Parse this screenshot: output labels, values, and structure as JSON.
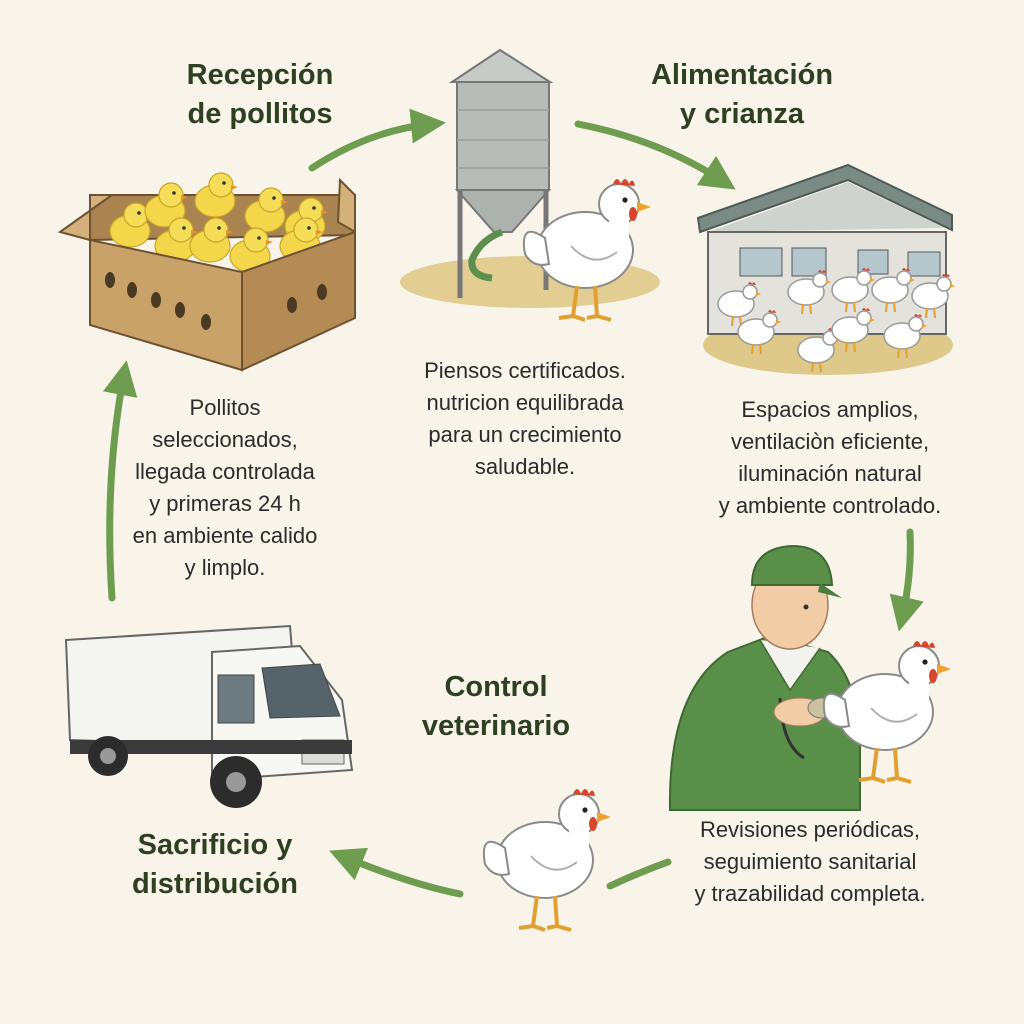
{
  "colors": {
    "background": "#f8f4ea",
    "arrow": "#6f9d4f",
    "title_text": "#2f3f22",
    "body_text": "#2b2b2b",
    "box": "#c9a26a",
    "chick": "#f3d64a",
    "silo": "#b8bcb9",
    "hen": "#ffffff",
    "comb": "#d9452b",
    "uniform": "#5a8f4a",
    "straw": "#dfc98a"
  },
  "icons": [
    "chick-box-icon",
    "feed-silo-icon",
    "hen-icon",
    "poultry-shed-icon",
    "veterinarian-icon",
    "delivery-truck-icon",
    "cycle-arrow-icon"
  ],
  "steps": {
    "reception": {
      "title": [
        "Recepción",
        "de pollitos"
      ],
      "description": [
        "Pollitos",
        "seleccionados,",
        "llegada controlada",
        "y primeras 24 h",
        "en ambiente calido",
        "y limplo."
      ]
    },
    "feeding": {
      "title": [
        "Alimentación",
        "y crianza"
      ],
      "description": [
        "Piensos certificados.",
        "nutricion equilibrada",
        "para un crecimiento",
        "saludable."
      ]
    },
    "housing": {
      "description": [
        "Espacios amplios,",
        "ventilaciòn eficiente,",
        "iluminación natural",
        "y ambiente controlado."
      ]
    },
    "veterinary": {
      "title": [
        "Control",
        "veterinario"
      ],
      "description": [
        "Revisiones periódicas,",
        "seguimiento sanitarial",
        "y trazabilidad completa."
      ]
    },
    "distribution": {
      "title": [
        "Sacrificio y",
        "distribución"
      ]
    }
  }
}
